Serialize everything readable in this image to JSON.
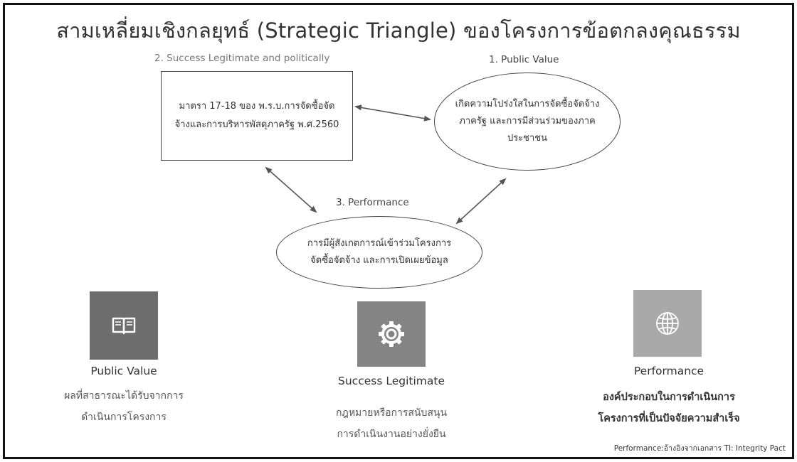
{
  "title": "สามเหลี่ยมเชิงกลยุทธ์ (Strategic Triangle) ของโครงการข้อตกลงคุณธรรม",
  "diagram": {
    "success_label": "2. Success Legitimate and politically",
    "success_box": {
      "line1": "มาตรา 17-18 ของ พ.ร.บ.การจัดซื้อจัด",
      "line2": "จ้างและการบริหารพัสดุภาครัฐ พ.ศ.2560"
    },
    "public_label": "1. Public Value",
    "public_ellipse": {
      "line1": "เกิดความโปร่งใสในการจัดซื้อจัดจ้าง",
      "line2": "ภาครัฐ และการมีส่วนร่วมของภาค",
      "line3": "ประชาชน"
    },
    "performance_label": "3. Performance",
    "performance_ellipse": {
      "line1": "การมีผู้สังเกตการณ์เข้าร่วมโครงการ",
      "line2": "จัดซื้อจัดจ้าง และการเปิดเผยข้อมูล"
    }
  },
  "columns": {
    "public_value": {
      "icon": "book-icon",
      "title": "Public Value",
      "line1": "ผลที่สาธารณะได้รับจากการ",
      "line2": "ดำเนินการโครงการ"
    },
    "success": {
      "icon": "gear-icon",
      "title": "Success Legitimate",
      "line1": "กฎหมายหรือการสนับสนุน",
      "line2": "การดำเนินงานอย่างยั่งยืน"
    },
    "performance": {
      "icon": "globe-icon",
      "title": "Performance",
      "line1": "องค์ประกอบในการดำเนินการ",
      "line2": "โครงการที่เป็นปัจจัยความสำเร็จ"
    }
  },
  "source": "Performance:อ้างอิงจากเอกสาร TI: Integrity Pact",
  "colors": {
    "frame": "#111111",
    "book_tile": "#6d6d6d",
    "gear_tile": "#848484",
    "globe_tile": "#a9a9a9"
  }
}
